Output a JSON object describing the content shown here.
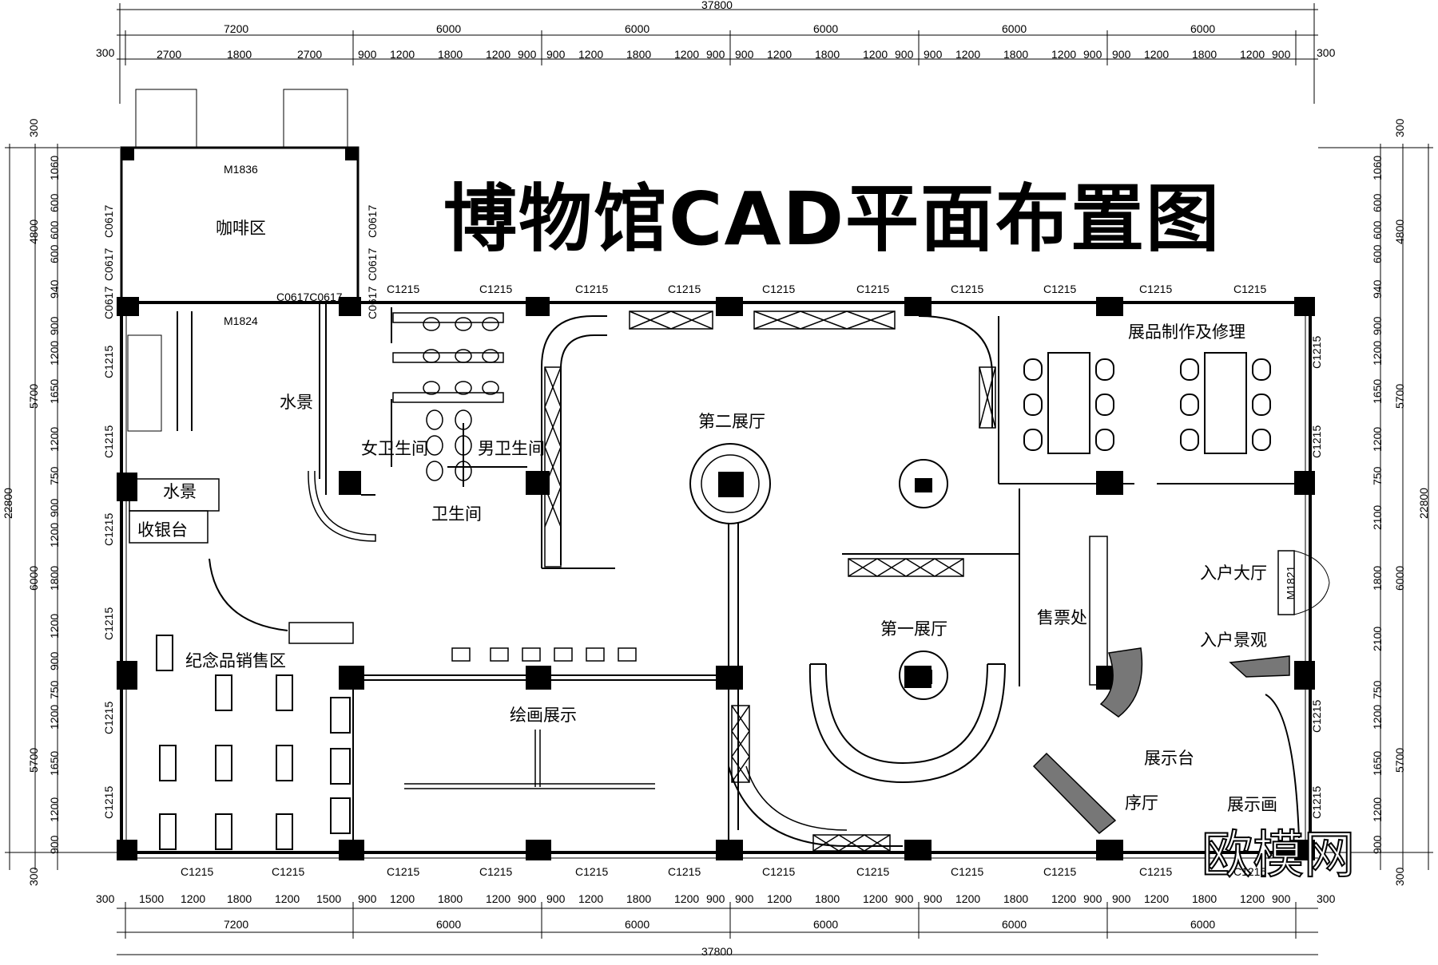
{
  "title": "博物馆CAD平面布置图",
  "watermark": "欧模网",
  "dims": {
    "total": "37800",
    "edge": "300",
    "bays_top": [
      "7200",
      "6000",
      "6000",
      "6000",
      "6000",
      "6000"
    ],
    "bays_bottom": [
      "7200",
      "6000",
      "6000",
      "6000",
      "6000",
      "6000"
    ],
    "sub_top": [
      "2700",
      "1800",
      "2700",
      "900",
      "1200",
      "1800",
      "1200",
      "900",
      "900",
      "1200",
      "1800",
      "1200",
      "900",
      "900",
      "1200",
      "1800",
      "1200",
      "900",
      "900",
      "1200",
      "1800",
      "1200",
      "900",
      "900",
      "1200",
      "1800",
      "1200",
      "900"
    ],
    "sub_bottom": [
      "1500",
      "1200",
      "1800",
      "1200",
      "1500",
      "900",
      "1200",
      "1800",
      "1200",
      "900",
      "900",
      "1200",
      "1800",
      "1200",
      "900",
      "900",
      "1200",
      "1800",
      "1200",
      "900",
      "900",
      "1200",
      "1800",
      "1200",
      "900",
      "900",
      "1200",
      "1800",
      "1200",
      "900"
    ],
    "total_v": "22800",
    "left_bays": [
      "300",
      "4800",
      "5700",
      "6000",
      "5700",
      "300"
    ],
    "right_bays": [
      "300",
      "4800",
      "5700",
      "6000",
      "5700",
      "300"
    ],
    "left_sub": [
      "1060",
      "600",
      "600",
      "600",
      "940",
      "900",
      "1200",
      "1650",
      "1200",
      "750",
      "900",
      "1200",
      "1800",
      "1200",
      "900",
      "750",
      "1200",
      "1650",
      "1200",
      "900"
    ],
    "right_sub": [
      "1060",
      "600",
      "600",
      "600",
      "940",
      "900",
      "1200",
      "1650",
      "1200",
      "750",
      "2100",
      "1800",
      "2100",
      "750",
      "1200",
      "1650",
      "1200",
      "900"
    ]
  },
  "windows": {
    "top": [
      "C1215",
      "C1215",
      "C1215",
      "C1215",
      "C1215",
      "C1215",
      "C1215",
      "C1215",
      "C1215",
      "C1215"
    ],
    "bottom": [
      "C1215",
      "C1215",
      "C1215",
      "C1215",
      "C1215",
      "C1215",
      "C1215",
      "C1215",
      "C1215",
      "C1215",
      "C1215",
      "C1215"
    ],
    "left": [
      "C1215",
      "C1215",
      "C1215",
      "C1215",
      "C1215",
      "C1215"
    ],
    "right": [
      "C1215",
      "C1215",
      "C1215",
      "C1215"
    ],
    "cafe_left": [
      "C0617",
      "C0617",
      "C0617"
    ],
    "cafe_right": [
      "C0617",
      "C0617",
      "C0617"
    ],
    "cafe_bottom": "C0617C0617"
  },
  "doors": {
    "cafe_top": "M1836",
    "cafe_bottom": "M1824",
    "entry": "M1821"
  },
  "rooms": {
    "cafe": "咖啡区",
    "water_feature_1": "水景",
    "water_feature_2": "水景",
    "cashier": "收银台",
    "souvenir": "纪念品销售区",
    "womens_wc": "女卫生间",
    "mens_wc": "男卫生间",
    "restroom": "卫生间",
    "hall_2": "第二展厅",
    "hall_1": "第一展厅",
    "workshop": "展品制作及修理",
    "lobby": "入户大厅",
    "entry_landscape": "入户景观",
    "ticket": "售票处",
    "painting": "绘画展示",
    "display_stand": "展示台",
    "foyer": "序厅",
    "display_painting": "展示画"
  }
}
